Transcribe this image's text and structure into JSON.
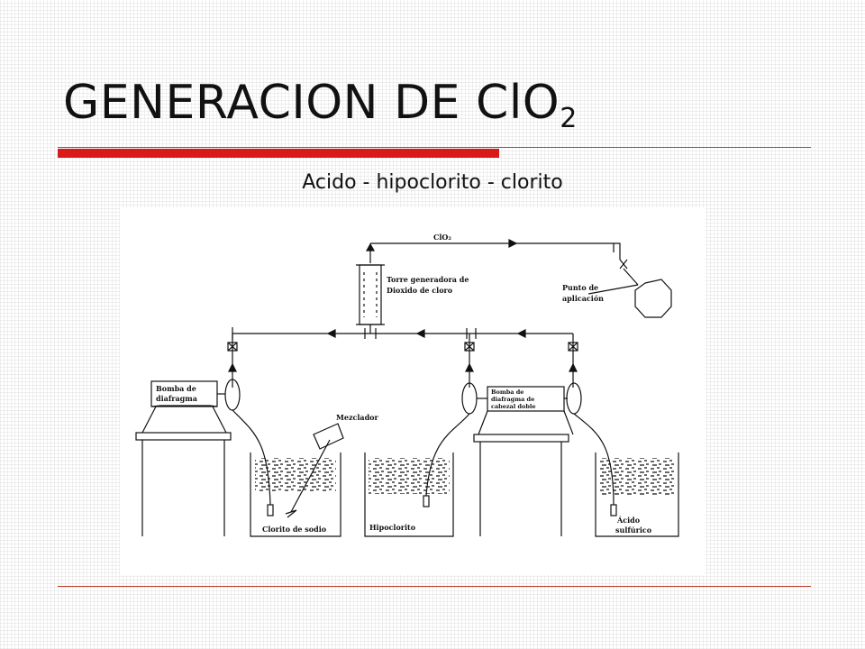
{
  "slide": {
    "title_main": "GENERACION DE ClO",
    "title_subscript": "2",
    "subtitle": "Acido - hipoclorito - clorito"
  },
  "theme": {
    "accent_color": "#d91a1a",
    "rule_color": "#c0392b",
    "line_color": "#111111"
  },
  "diagram": {
    "labels": {
      "clo2_line": "ClO₂",
      "tower": [
        "Torre generadora de",
        "Dioxido de cloro"
      ],
      "application_point": [
        "Punto de",
        "aplicación"
      ],
      "pump_left": [
        "Bomba de",
        "diafragma"
      ],
      "pump_right": [
        "Bomba de",
        "diafragma de",
        "cabezal doble"
      ],
      "mixer": "Mezclador",
      "tank_sodium_chlorite": "Clorito de sodio",
      "tank_hypochlorite": "Hipoclorito",
      "tank_sulfuric_acid": [
        "Ácido",
        "sulfúrico"
      ]
    }
  }
}
